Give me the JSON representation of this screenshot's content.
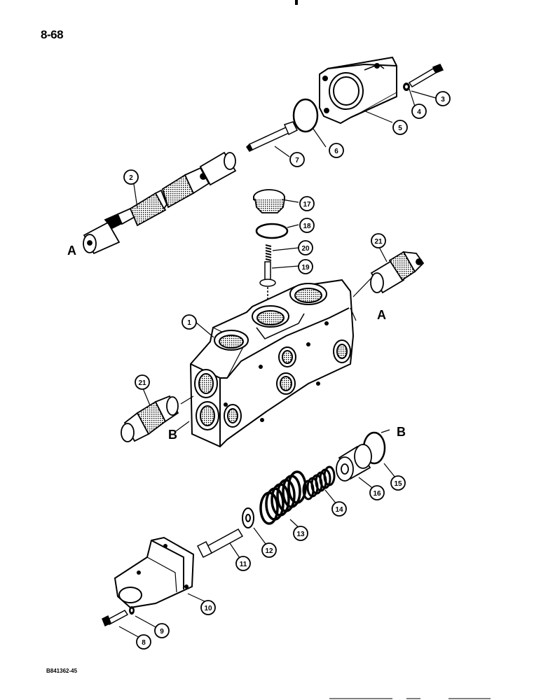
{
  "page_number": "8-68",
  "drawing_code": "B841362-45",
  "callouts": [
    "1",
    "2",
    "3",
    "4",
    "5",
    "6",
    "7",
    "8",
    "9",
    "10",
    "11",
    "12",
    "13",
    "14",
    "15",
    "16",
    "17",
    "18",
    "19",
    "20",
    "21",
    "21"
  ],
  "port_labels": [
    "A",
    "A",
    "B",
    "B"
  ]
}
